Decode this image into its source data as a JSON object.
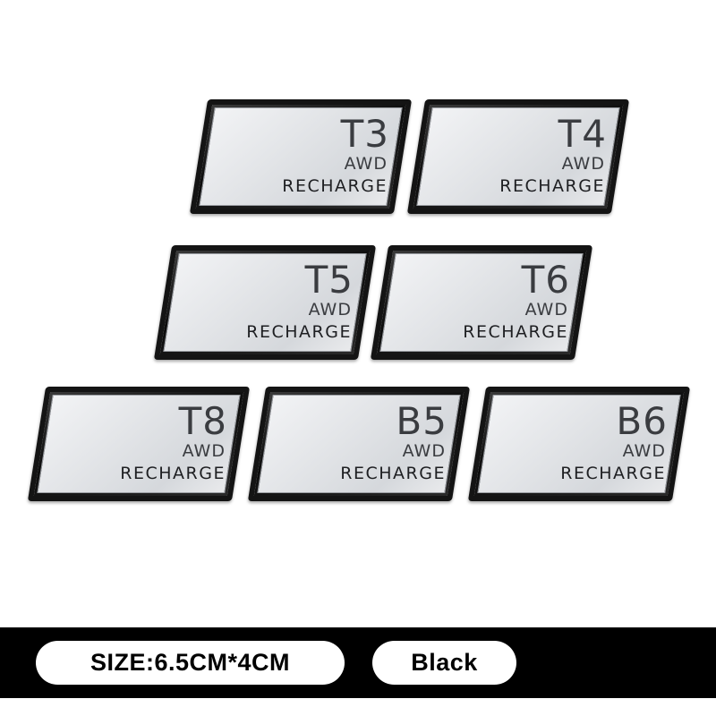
{
  "badges": [
    {
      "model": "T3",
      "drive": "AWD",
      "tag": "RECHARGE"
    },
    {
      "model": "T4",
      "drive": "AWD",
      "tag": "RECHARGE"
    },
    {
      "model": "T5",
      "drive": "AWD",
      "tag": "RECHARGE"
    },
    {
      "model": "T6",
      "drive": "AWD",
      "tag": "RECHARGE"
    },
    {
      "model": "T8",
      "drive": "AWD",
      "tag": "RECHARGE"
    },
    {
      "model": "B5",
      "drive": "AWD",
      "tag": "RECHARGE"
    },
    {
      "model": "B6",
      "drive": "AWD",
      "tag": "RECHARGE"
    }
  ],
  "footer": {
    "size_label": "SIZE:6.5CM*4CM",
    "color_label": "Black"
  },
  "colors": {
    "frame": "#141414",
    "face": "#e3e5e8",
    "text": "#333538",
    "bar": "#000000",
    "pill": "#ffffff"
  }
}
